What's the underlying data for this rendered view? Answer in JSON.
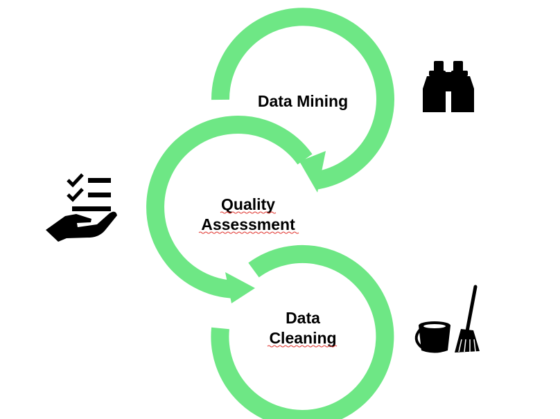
{
  "diagram": {
    "stages": [
      {
        "id": "data-mining",
        "lines": [
          "Data Mining"
        ],
        "icon": "binoculars-icon"
      },
      {
        "id": "quality-assessment",
        "lines": [
          "Quality",
          "Assessment"
        ],
        "icon": "hand-checklist-icon"
      },
      {
        "id": "data-cleaning",
        "lines": [
          "Data",
          "Cleaning"
        ],
        "icon": "bucket-broom-icon"
      }
    ],
    "colors": {
      "arc": "#6ee785",
      "text": "#000000",
      "icon": "#000000",
      "spellcheck_underline": "#e0312b"
    }
  }
}
